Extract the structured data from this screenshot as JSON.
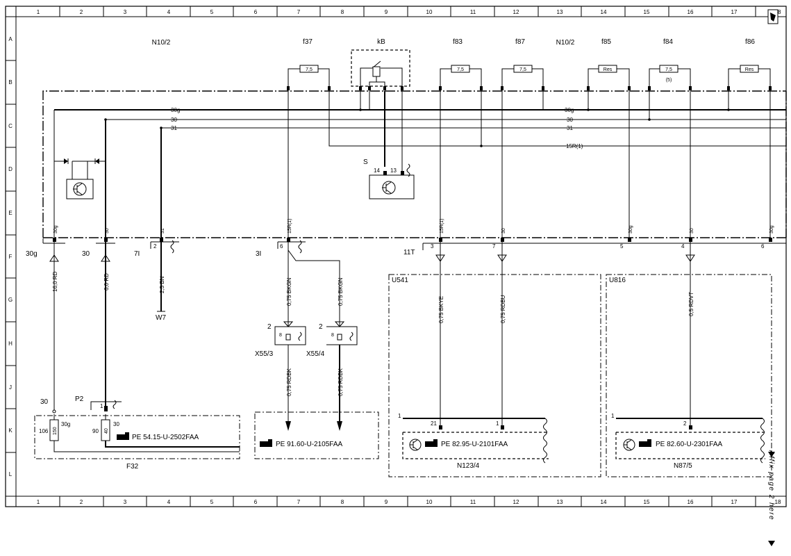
{
  "grid": {
    "columns": [
      "1",
      "2",
      "3",
      "4",
      "5",
      "6",
      "7",
      "8",
      "9",
      "10",
      "11",
      "12",
      "13",
      "14",
      "15",
      "16",
      "17",
      "18"
    ],
    "rows": [
      "A",
      "B",
      "C",
      "D",
      "E",
      "F",
      "G",
      "H",
      "J",
      "K",
      "L"
    ]
  },
  "components": {
    "n10_2_left": "N10/2",
    "f37": "f37",
    "kb": "kB",
    "f83": "f83",
    "f87": "f87",
    "n10_2_right": "N10/2",
    "f85": "f85",
    "f84": "f84",
    "f86": "f86",
    "fuse_7_5": "7,5",
    "fuse_res": "Res",
    "fuse_note_5": "(5)",
    "relay_s": "S",
    "relay_pin_14": "14",
    "relay_pin_13": "13"
  },
  "bus": {
    "l30g": "30g",
    "l30": "30",
    "l31": "31",
    "l15r": "15R(1)"
  },
  "pins": {
    "p30g": "30g",
    "p30": "30",
    "p31": "31",
    "p15r": "15R(1)"
  },
  "connectors": {
    "c30g": "30g",
    "c30": "30",
    "c7l": "7I",
    "c7l_pin": "2",
    "c3l": "3I",
    "c3l_pin": "6",
    "c11t": "11T",
    "c11t_pins": [
      "3",
      "7",
      "5",
      "4",
      "6"
    ],
    "w7": "W7",
    "x55_3": "X55/3",
    "x55_4": "X55/4",
    "x55_pin": "2",
    "x55_inner": "8",
    "p2": "P2",
    "p2_pin": "1",
    "c30_bottom": "30"
  },
  "wires": {
    "w16rd": "16,0 RD",
    "w6rd": "6,0 RD",
    "w25bn": "2,5 BN",
    "w075bkgn": "0,75 BKGN",
    "w075rdbk": "0,75 RDBK",
    "w075bkye": "0,75 BKYE",
    "w075rdbu": "0,75 RDBU",
    "w05rdvt": "0,5 RDVT"
  },
  "splices": {
    "u541": "U541",
    "u816": "U816"
  },
  "f32": {
    "label": "F32",
    "fuse150": "150",
    "fuse40": "40",
    "pin106": "106",
    "pin90": "90",
    "pin30g": "30g",
    "pin30": "30",
    "ref": "PE 54.15-U-2502FAA"
  },
  "refs": {
    "mid": "PE 91.60-U-2105FAA",
    "n123": "PE 82.95-U-2101FAA",
    "n87": "PE 82.60-U-2301FAA"
  },
  "modules": {
    "n123_label": "N123/4",
    "n123_pins": [
      "1",
      "21",
      "1"
    ],
    "n87_label": "N87/5",
    "n87_pins": [
      "1",
      "2"
    ]
  },
  "affix": "Affix page 2 here"
}
